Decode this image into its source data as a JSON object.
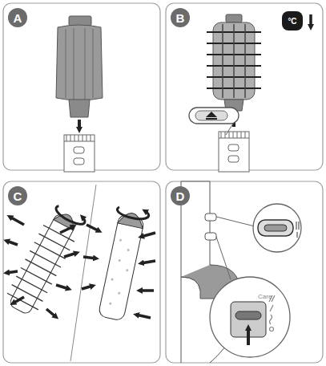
{
  "diagram": {
    "nodes": [
      {
        "text": [
          "A"
        ]
      },
      {
        "text": [
          "B"
        ]
      },
      {
        "text": [
          "°C"
        ]
      },
      {
        "text": [
          "C"
        ]
      },
      {
        "text": [
          "D"
        ]
      },
      {
        "text": [
          "Care"
        ]
      }
    ]
  }
}
